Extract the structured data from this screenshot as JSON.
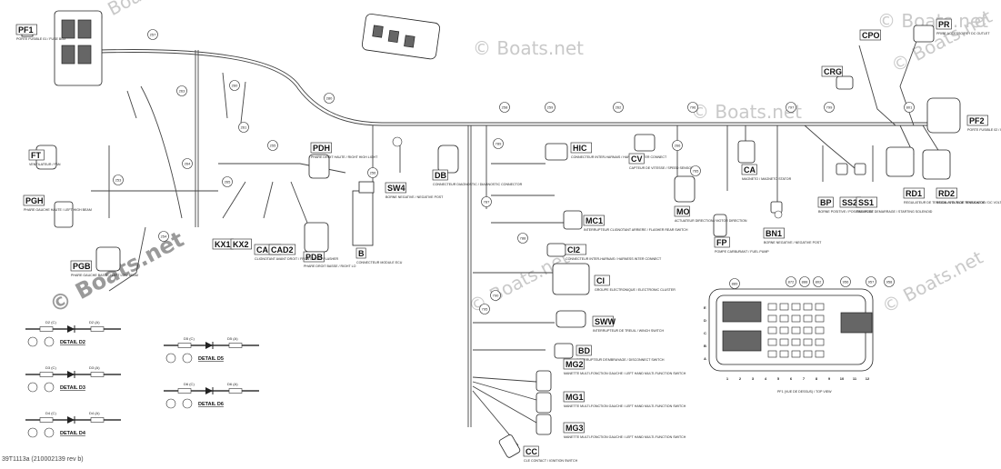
{
  "footer_text": "39T1113a (210002139 rev b)",
  "watermark": "© Boats.net",
  "watermark_logo": "© Boats.net",
  "components": [
    {
      "code": "PF1",
      "desc": "PORTE FUSIBLE 01 / FUSE BOX"
    },
    {
      "code": "FT",
      "desc": "VENTILATEUR / FAN"
    },
    {
      "code": "PGH",
      "desc": "PHARE GAUCHE HAUTE / LEFT HIGH BEAM"
    },
    {
      "code": "PGB",
      "desc": "PHARE GAUCHE BASSE / LEFT LOW BEAM"
    },
    {
      "code": "PDH",
      "desc": "PHARE DROIT HAUTE / RIGHT HIGH LIGHT"
    },
    {
      "code": "PDB",
      "desc": "PHARE DROIT BASSE / RIGHT LO"
    },
    {
      "code": "KX1",
      "desc": ""
    },
    {
      "code": "KX2",
      "desc": ""
    },
    {
      "code": "CAD1",
      "desc": "CLIGNOTANT AVANT DROIT / FRONT RIGHT FLASHER"
    },
    {
      "code": "CAD2",
      "desc": ""
    },
    {
      "code": "SW4",
      "desc": "BORNE NEGATIVE / NEGATIVE POST"
    },
    {
      "code": "DB",
      "desc": "CONNECTEUR DIAGNOSTIC / DIAGNOSTIC CONNECTOR"
    },
    {
      "code": "B",
      "desc": "CONNECTEUR MODULE ECU"
    },
    {
      "code": "HIC",
      "desc": "CONNECTEUR INTER-HARNAIS / HARNESS INTER CONNECT"
    },
    {
      "code": "MC1",
      "desc": "INTERRUPTEUR CLIGNOTANT ARRIERE / FLASHER REAR SWITCH"
    },
    {
      "code": "CI2",
      "desc": "CONNECTEUR INTER-HARNAIS / HARNESS INTER CONNECT"
    },
    {
      "code": "CI",
      "desc": "GROUPE ELECTRONIQUE / ELECTRONIC CLUSTER"
    },
    {
      "code": "SWW",
      "desc": "INTERRUPTEUR DE TREUIL / WINCH SWITCH"
    },
    {
      "code": "BD",
      "desc": "INTERRUPTEUR D'EMBRAYAGE / DISCONNECT SWITCH"
    },
    {
      "code": "MG2",
      "desc": "MANETTE MULTI-FONCTION GAUCHE / LEFT HAND MULTI-FUNCTION SWITCH"
    },
    {
      "code": "MG1",
      "desc": "MANETTE MULTI-FONCTION GAUCHE / LEFT HAND MULTI-FUNCTION SWITCH"
    },
    {
      "code": "MG3",
      "desc": "MANETTE MULTI-FONCTION GAUCHE / LEFT HAND MULTI-FUNCTION SWITCH"
    },
    {
      "code": "CC",
      "desc": "CLE CONTACT / IGNITION SWITCH"
    },
    {
      "code": "CV",
      "desc": "CAPTEUR DE VITESSE / SPEED SENSOR"
    },
    {
      "code": "MO",
      "desc": "ACTUATEUR DIRECTION / MOTOR DIRECTION"
    },
    {
      "code": "CA",
      "desc": "MAGNETO / MAGNETO STATOR"
    },
    {
      "code": "FP",
      "desc": "POMPE CARBURANT / FUEL PUMP"
    },
    {
      "code": "BN1",
      "desc": "BORNE NEGATIVE / NEGATIVE POST"
    },
    {
      "code": "BP",
      "desc": "BORNE POSITIVE / POSITIVE POST"
    },
    {
      "code": "SS2",
      "desc": ""
    },
    {
      "code": "SS1",
      "desc": "RELAIS DE DEMARRAGE / STARTING SOLENOID"
    },
    {
      "code": "RD1",
      "desc": "REGULATEUR DE TENSION / VOLTAGE REGULATOR"
    },
    {
      "code": "RD2",
      "desc": "REGULATEUR DE TENSION DC / DC VOLTAGE REGULATOR"
    },
    {
      "code": "PF2",
      "desc": "PORTE FUSIBLE 02 / FUSE BOX"
    },
    {
      "code": "CPO",
      "desc": ""
    },
    {
      "code": "PR",
      "desc": "PRISE ACCESSOIRE / DC OUTLET"
    },
    {
      "code": "CRG",
      "desc": ""
    }
  ],
  "details": [
    {
      "title": "DETAIL D2",
      "left": "D2 (C)",
      "right": "D2 (A)"
    },
    {
      "title": "DETAIL D3",
      "left": "D3 (C)",
      "right": "D3 (A)"
    },
    {
      "title": "DETAIL D4",
      "left": "D4 (C)",
      "right": "D4 (A)"
    },
    {
      "title": "DETAIL D5",
      "left": "D5 (C)",
      "right": "D5 (A)"
    },
    {
      "title": "DETAIL D6",
      "left": "D6 (C)",
      "right": "D6 (A)"
    }
  ],
  "fuse_box": {
    "row_labels": [
      "E",
      "D",
      "C",
      "B",
      "A"
    ],
    "column_labels": [
      "1",
      "2",
      "3",
      "4",
      "5",
      "6",
      "7",
      "8",
      "9",
      "10",
      "11",
      "12"
    ],
    "caption": "PF1 (VUE DE DESSUS) / TOP VIEW"
  },
  "wire_numbers": [
    "257",
    "260",
    "261",
    "263",
    "264",
    "265",
    "280",
    "253",
    "254",
    "255",
    "256",
    "258",
    "259",
    "262",
    "266",
    "765",
    "787",
    "788",
    "789",
    "790",
    "795",
    "796",
    "797",
    "799",
    "801",
    "802",
    "872",
    "888",
    "889",
    "956",
    "957",
    "958"
  ]
}
